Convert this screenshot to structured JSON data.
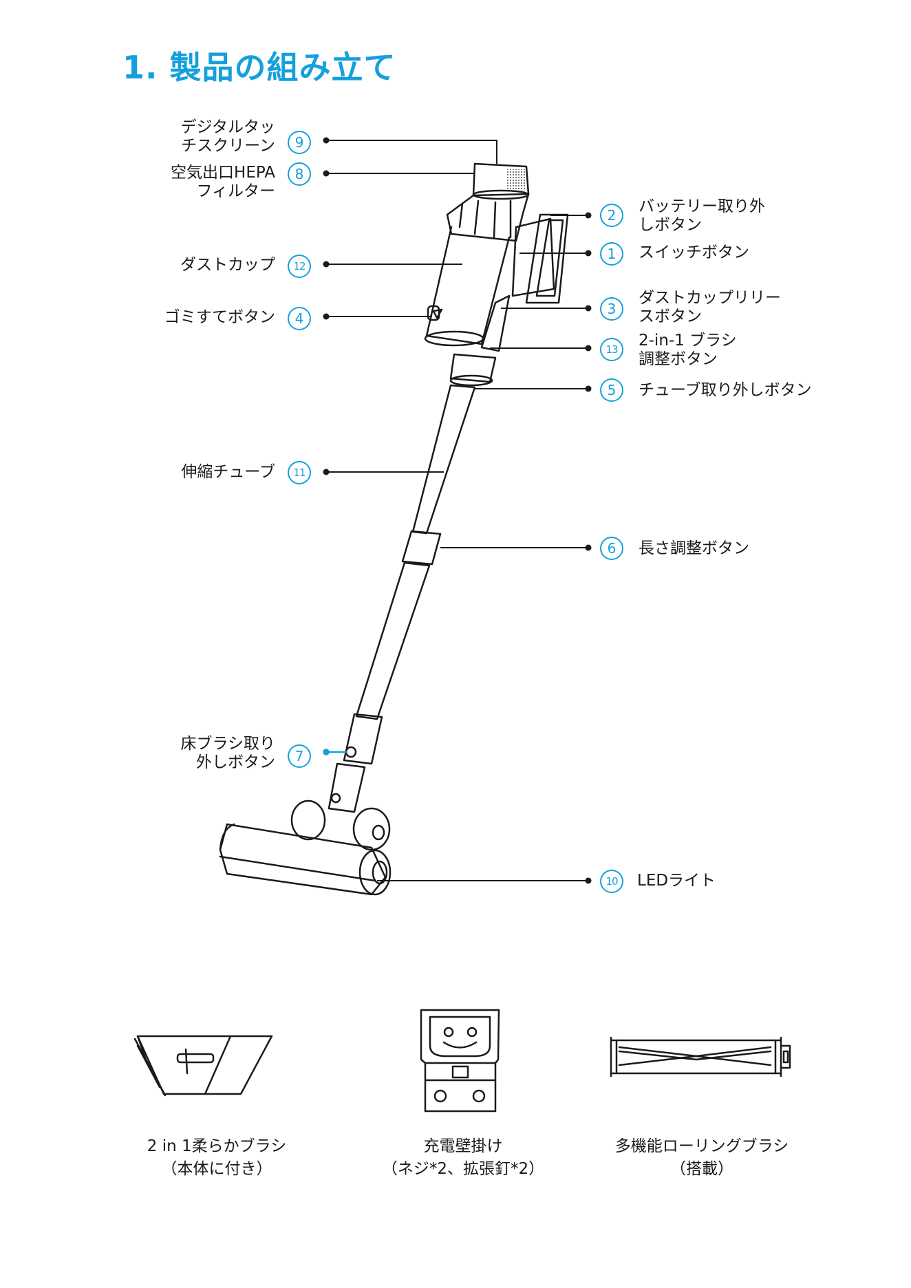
{
  "title": "1. 製品の組み立て",
  "callouts": {
    "c9": {
      "num": "9",
      "line1": "デジタルタッ",
      "line2": "チスクリーン"
    },
    "c8": {
      "num": "8",
      "line1": "空気出口HEPA",
      "line2": "フィルター"
    },
    "c12": {
      "num": "12",
      "line1": "ダストカップ"
    },
    "c4": {
      "num": "4",
      "line1": "ゴミすてボタン"
    },
    "c11": {
      "num": "11",
      "line1": "伸縮チューブ"
    },
    "c7": {
      "num": "7",
      "line1": "床ブラシ取り",
      "line2": "外しボタン"
    },
    "c2": {
      "num": "2",
      "line1": "バッテリー取り外",
      "line2": "しボタン"
    },
    "c1": {
      "num": "1",
      "line1": "スイッチボタン"
    },
    "c3": {
      "num": "3",
      "line1": "ダストカップリリー",
      "line2": "スボタン"
    },
    "c13": {
      "num": "13",
      "line1": "2-in-1 ブラシ",
      "line2": "調整ボタン"
    },
    "c5": {
      "num": "5",
      "line1": "チューブ取り外しボタン"
    },
    "c6": {
      "num": "6",
      "line1": "長さ調整ボタン"
    },
    "c10": {
      "num": "10",
      "line1": "LEDライト"
    }
  },
  "accessories": [
    {
      "line1": "2 in 1柔らかブラシ",
      "line2": "（本体に付き）"
    },
    {
      "line1": "充電壁掛け",
      "line2": "（ネジ*2、拡張釘*2）"
    },
    {
      "line1": "多機能ローリングブラシ",
      "line2": "（搭載）"
    }
  ],
  "colors": {
    "accent": "#14a0dc",
    "line": "#1a1a1a"
  }
}
